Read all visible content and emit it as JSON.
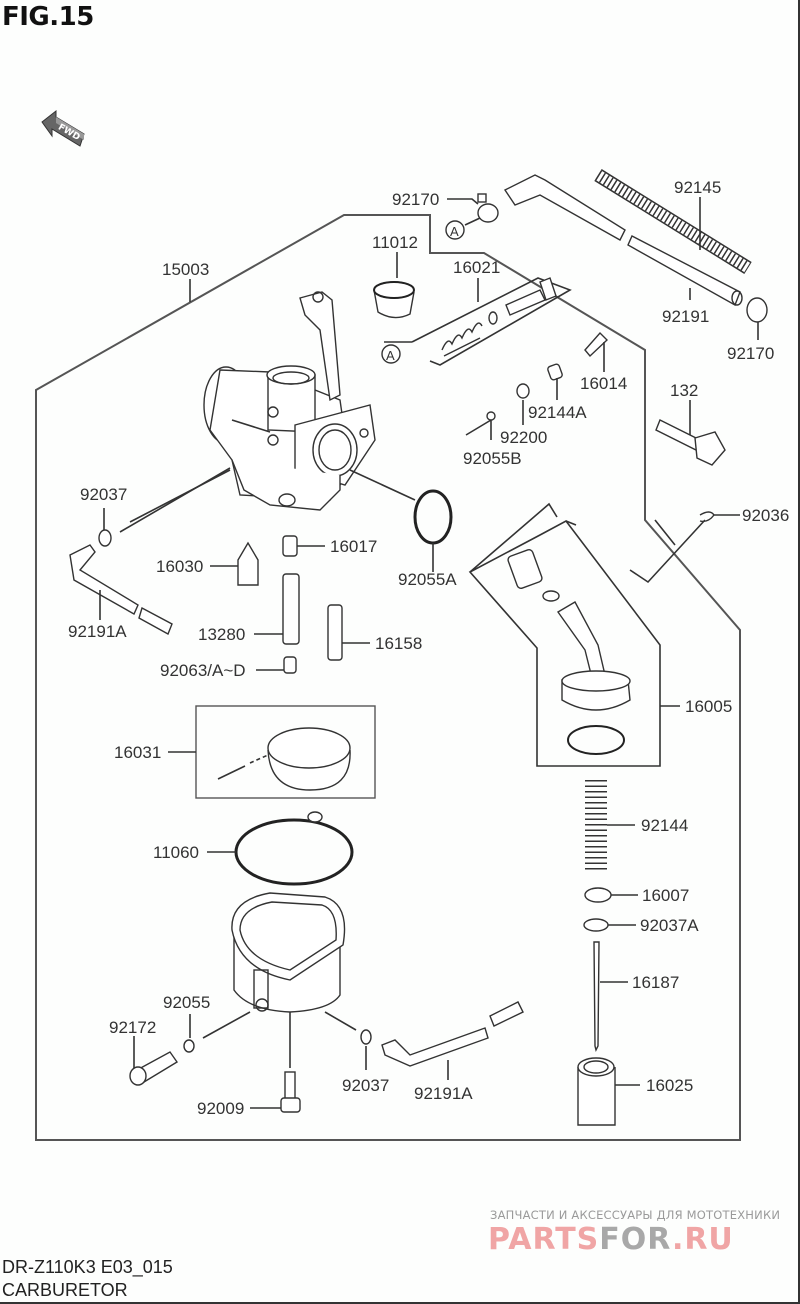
{
  "figure": {
    "title": "FIG.15",
    "direction_marker": "FWD",
    "model_code": "DR-Z110K3 E03_015",
    "section_name": "CARBURETOR"
  },
  "reference_marker": "A",
  "parts": [
    {
      "id": "92170_top",
      "number": "92170"
    },
    {
      "id": "92145",
      "number": "92145"
    },
    {
      "id": "15003",
      "number": "15003"
    },
    {
      "id": "11012",
      "number": "11012"
    },
    {
      "id": "16021",
      "number": "16021"
    },
    {
      "id": "92191",
      "number": "92191"
    },
    {
      "id": "92170_right",
      "number": "92170"
    },
    {
      "id": "16014",
      "number": "16014"
    },
    {
      "id": "132",
      "number": "132"
    },
    {
      "id": "92144A",
      "number": "92144A"
    },
    {
      "id": "92200",
      "number": "92200"
    },
    {
      "id": "92055B",
      "number": "92055B"
    },
    {
      "id": "92036",
      "number": "92036"
    },
    {
      "id": "92037_left",
      "number": "92037"
    },
    {
      "id": "16017",
      "number": "16017"
    },
    {
      "id": "16030",
      "number": "16030"
    },
    {
      "id": "92055A",
      "number": "92055A"
    },
    {
      "id": "92191A_left",
      "number": "92191A"
    },
    {
      "id": "13280",
      "number": "13280"
    },
    {
      "id": "16158",
      "number": "16158"
    },
    {
      "id": "92063",
      "number": "92063/A~D"
    },
    {
      "id": "16005",
      "number": "16005"
    },
    {
      "id": "16031",
      "number": "16031"
    },
    {
      "id": "92144",
      "number": "92144"
    },
    {
      "id": "11060",
      "number": "11060"
    },
    {
      "id": "16007",
      "number": "16007"
    },
    {
      "id": "92037A",
      "number": "92037A"
    },
    {
      "id": "16187",
      "number": "16187"
    },
    {
      "id": "92055",
      "number": "92055"
    },
    {
      "id": "92172",
      "number": "92172"
    },
    {
      "id": "92037_bottom",
      "number": "92037"
    },
    {
      "id": "92191A_bottom",
      "number": "92191A"
    },
    {
      "id": "16025",
      "number": "16025"
    },
    {
      "id": "92009",
      "number": "92009"
    }
  ],
  "watermark": {
    "tagline": "ЗАПЧАСТИ И АКСЕССУАРЫ ДЛЯ МОТОТЕХНИКИ",
    "logo_part1": "PARTS",
    "logo_part2": "FOR",
    "logo_part3": ".RU",
    "colors": {
      "pink": "#f0a5a5",
      "gray": "#a8a8a8"
    }
  }
}
